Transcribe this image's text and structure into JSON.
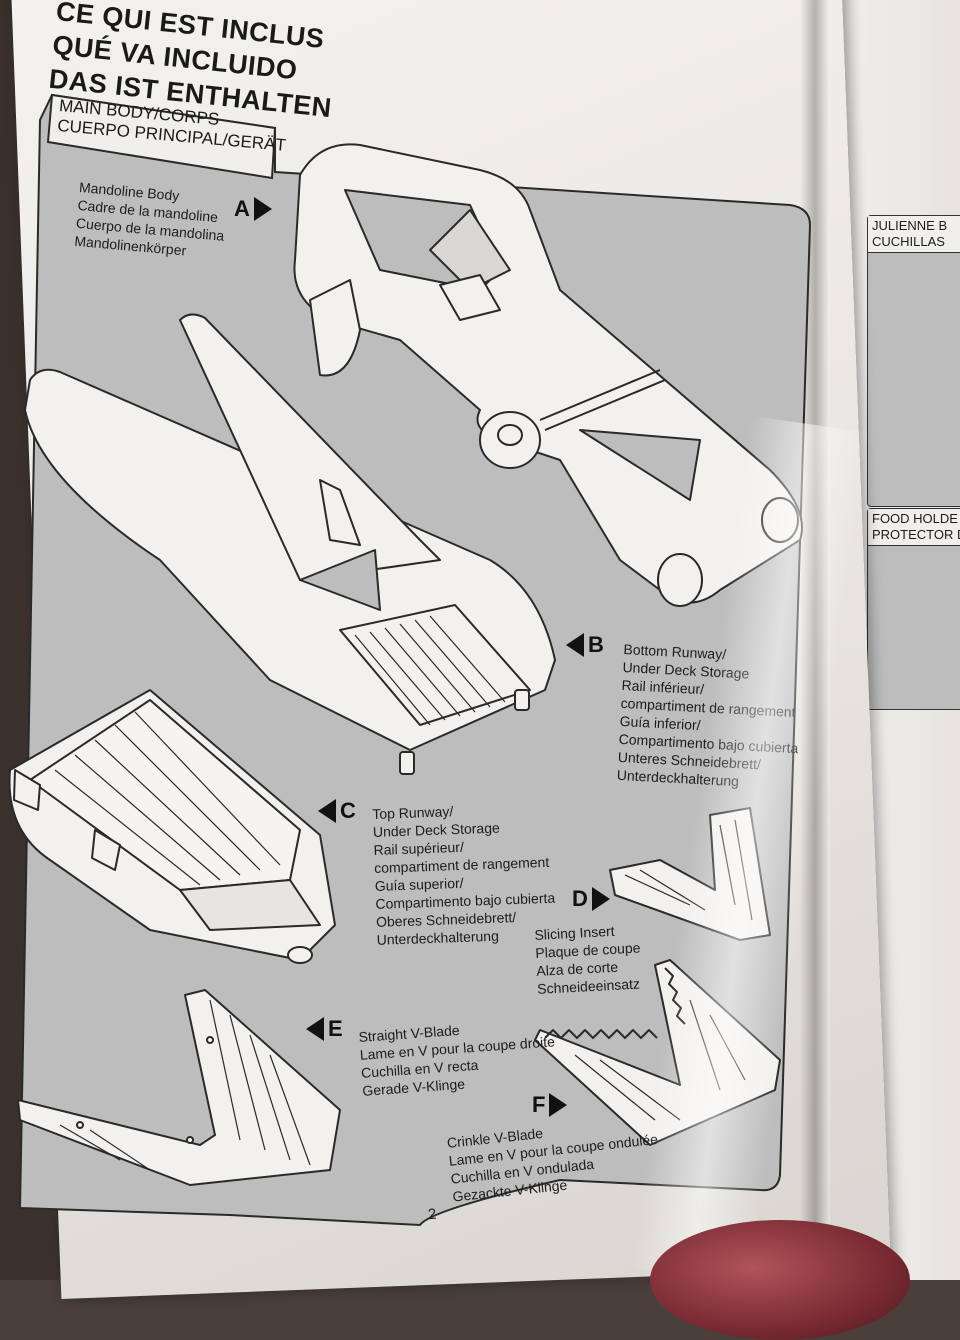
{
  "header": {
    "lines": [
      "CE QUI EST INCLUS",
      "QUÉ VA INCLUIDO",
      "DAS IST ENTHALTEN"
    ]
  },
  "section_tab": {
    "lines": [
      "MAIN BODY/CORPS",
      "CUERPO PRINCIPAL/GERÄT"
    ]
  },
  "parts": {
    "A": {
      "letter": "A",
      "lines": [
        "Mandoline Body",
        "Cadre de la mandoline",
        "Cuerpo de la mandolina",
        "Mandolinenkörper"
      ]
    },
    "B": {
      "letter": "B",
      "lines": [
        "Bottom Runway/",
        "Under Deck Storage",
        "Rail inférieur/",
        "compartiment de rangement",
        "Guía inferior/",
        "Compartimento bajo cubierta",
        "Unteres Schneidebrett/",
        "Unterdeckhalterung"
      ]
    },
    "C": {
      "letter": "C",
      "lines": [
        "Top Runway/",
        "Under Deck Storage",
        "Rail supérieur/",
        "compartiment de rangement",
        "Guía superior/",
        "Compartimento bajo cubierta",
        "Oberes Schneidebrett/",
        "Unterdeckhalterung"
      ]
    },
    "D": {
      "letter": "D",
      "lines": [
        "Slicing Insert",
        "Plaque de coupe",
        "Alza de corte",
        "Schneideeinsatz"
      ]
    },
    "E": {
      "letter": "E",
      "lines": [
        "Straight V-Blade",
        "Lame en V pour la coupe droite",
        "Cuchilla en V recta",
        "Gerade V-Klinge"
      ]
    },
    "F": {
      "letter": "F",
      "lines": [
        "Crinkle V-Blade",
        "Lame en V pour la coupe ondulée",
        "Cuchilla en V ondulada",
        "Gezackte V-Klinge"
      ]
    }
  },
  "page_number": "2",
  "right_page": {
    "box1": [
      "JULIENNE B",
      "CUCHILLAS"
    ],
    "box2": [
      "FOOD HOLDE",
      "PROTECTOR D"
    ]
  },
  "colors": {
    "panel_gray": "#bdbdbd",
    "page_white": "#f1efec",
    "ink": "#1a1a1a"
  }
}
